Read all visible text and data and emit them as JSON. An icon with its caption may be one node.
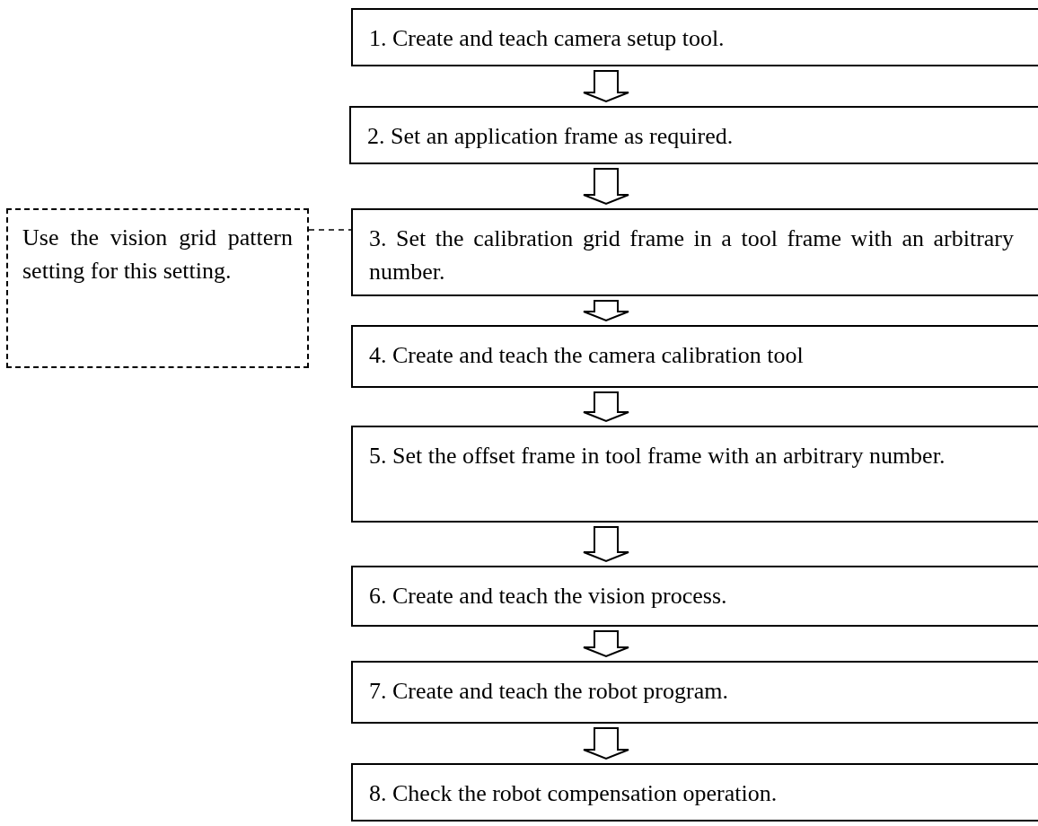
{
  "diagram": {
    "nodes": [
      {
        "text": [
          "1.  Create and teach camera setup tool."
        ]
      },
      {
        "text": [
          "2.  Set an application frame as required."
        ]
      },
      {
        "text": [
          "3.  Set the calibration grid frame in a tool frame with an arbitrary number."
        ]
      },
      {
        "text": [
          "4.  Create and teach the camera calibration tool"
        ]
      },
      {
        "text": [
          "5.  Set the offset frame in tool frame with an arbitrary number."
        ]
      },
      {
        "text": [
          "6.  Create and teach the vision process."
        ]
      },
      {
        "text": [
          "7.  Create and teach the robot program."
        ]
      },
      {
        "text": [
          "8.  Check the robot compensation operation."
        ]
      },
      {
        "text": [
          "Use the vision grid pattern setting for this setting."
        ]
      }
    ],
    "edges": [
      {
        "from": 0,
        "to": 1,
        "arrow": "to"
      },
      {
        "from": 1,
        "to": 2,
        "arrow": "to"
      },
      {
        "from": 2,
        "to": 3,
        "arrow": "to"
      },
      {
        "from": 3,
        "to": 4,
        "arrow": "to"
      },
      {
        "from": 4,
        "to": 5,
        "arrow": "to"
      },
      {
        "from": 5,
        "to": 6,
        "arrow": "to"
      },
      {
        "from": 6,
        "to": 7,
        "arrow": "to"
      },
      {
        "from": 8,
        "to": 2,
        "arrow": "none",
        "style": "dashed"
      }
    ]
  }
}
